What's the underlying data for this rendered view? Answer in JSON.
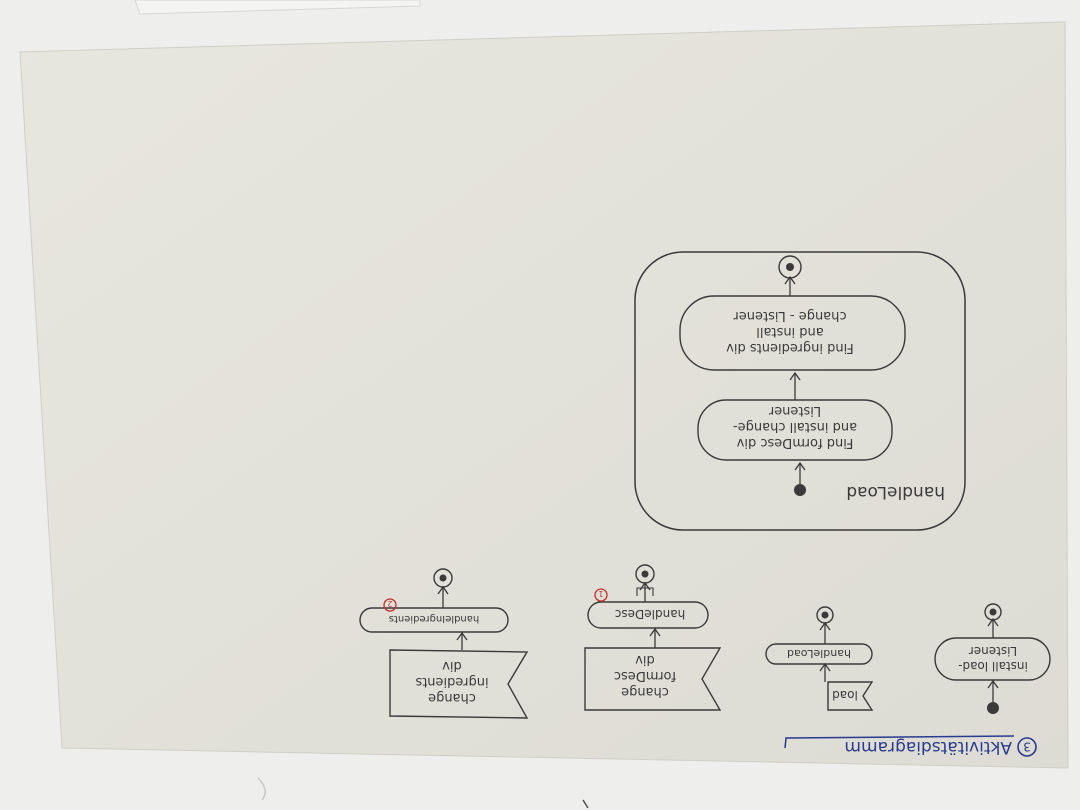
{
  "sheet": {
    "heading_number": "3",
    "heading": "Aktivitätsdiagramm"
  },
  "big_diagram": {
    "title": "handleLoad",
    "step1": [
      "Find formDesc div",
      "and install change-",
      "Listener"
    ],
    "step2": [
      "Find ingredients div",
      "and install",
      "change - Listener"
    ]
  },
  "flows": {
    "flow1": {
      "action": [
        "install load-",
        "Listener"
      ]
    },
    "flow2": {
      "signal": "load",
      "action": "handleLoad"
    },
    "flow3": {
      "signal": [
        "change",
        "formDesc",
        "div"
      ],
      "action": "handleDesc",
      "ref": "1"
    },
    "flow4": {
      "signal": [
        "change",
        "ingredients",
        "div"
      ],
      "action": "handleIngredients",
      "ref": "2"
    }
  },
  "colors": {
    "paper": "#e4e3dc",
    "ink": "#3a3a3a",
    "heading_ink": "#2a3a8f",
    "ref_ink": "#c4302b"
  }
}
